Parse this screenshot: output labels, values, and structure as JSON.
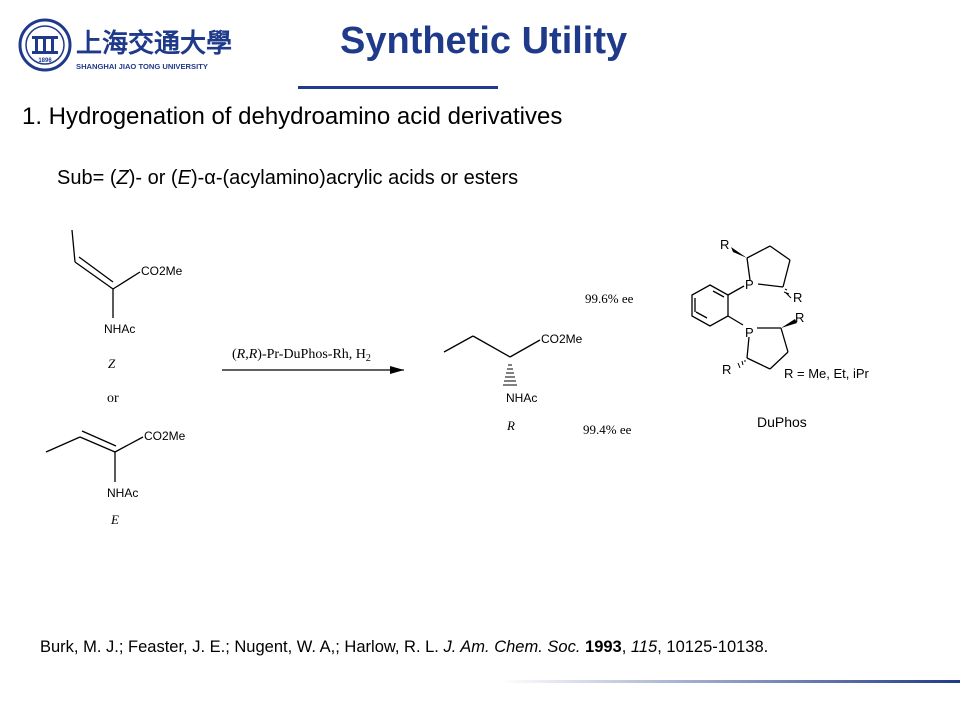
{
  "header": {
    "logo_text_cn": "上海交通大學",
    "logo_text_en": "SHANGHAI JIAO TONG UNIVERSITY",
    "logo_year": "1896",
    "title": "Synthetic Utility"
  },
  "section": {
    "heading": "1. Hydrogenation of dehydroamino acid derivatives",
    "sub_prefix": "Sub= (",
    "sub_z": "Z",
    "sub_mid": ")- or (",
    "sub_e": "E",
    "sub_suffix": ")-α-(acylamino)acrylic acids or esters"
  },
  "scheme": {
    "substrate_z": {
      "ester": "CO2Me",
      "amide": "NHAc",
      "label": "Z"
    },
    "or_label": "or",
    "substrate_e": {
      "ester": "CO2Me",
      "amide": "NHAc",
      "label": "E"
    },
    "conditions": {
      "prefix": "(",
      "r1": "R",
      "comma": ",",
      "r2": "R",
      "suffix": ")-Pr-DuPhos-Rh, H",
      "subscript": "2"
    },
    "product": {
      "ester": "CO2Me",
      "amide": "NHAc",
      "label": "R"
    },
    "ee_top": "99.6% ee",
    "ee_bottom": "99.4% ee",
    "ligand": {
      "p_label": "P",
      "r_label": "R",
      "r_def": "R = Me, Et, iPr",
      "name": "DuPhos"
    }
  },
  "reference": {
    "authors": "Burk, M. J.; Feaster, J. E.; Nugent, W. A,; Harlow, R. L.",
    "journal": "J.  Am. Chem. Soc.",
    "year": "1993",
    "sep1": ",",
    "volume": "115",
    "pages": ", 10125-10138."
  },
  "colors": {
    "title": "#1f3a8a",
    "logo": "#1f3a8a"
  }
}
